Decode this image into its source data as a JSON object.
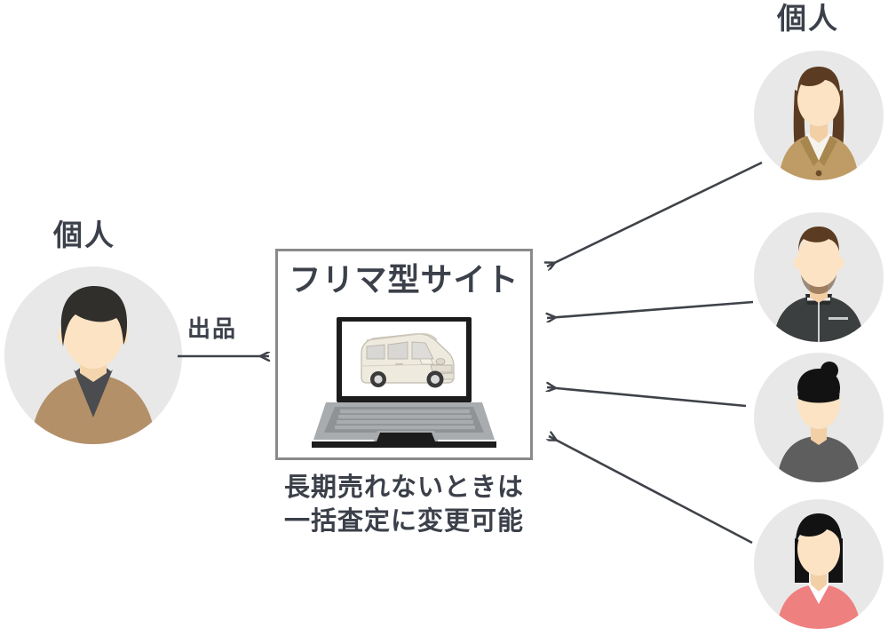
{
  "diagram": {
    "background_color": "#ffffff",
    "text_color": "#3c404a",
    "line_color": "#3f4349",
    "avatar_circle_color": "#e8e8e8",
    "box_border_color": "#8a8a8a"
  },
  "seller": {
    "label": "個人",
    "avatar_name": "seller-avatar",
    "hair_color": "#312f2c",
    "skin_color": "#fbe3c4",
    "jacket_color": "#b39068",
    "shirt_color": "#4a4c4f"
  },
  "flow": {
    "action_label": "出品",
    "arrow_name": "listing-arrow"
  },
  "site": {
    "title": "フリマ型サイト",
    "caption": "長期売れないときは\n一括査定に変更可能",
    "device_icon": "laptop-icon",
    "screen_content": "car-photo",
    "car_color": "#efeade"
  },
  "buyers": {
    "label": "個人",
    "people": [
      {
        "name": "buyer-avatar-1",
        "hair_color": "#5b3c22",
        "skin_color": "#fbe3c4",
        "clothing_color": "#bf9b66",
        "inner_color": "#f5f3ee"
      },
      {
        "name": "buyer-avatar-2",
        "hair_color": "#5b3c22",
        "skin_color": "#fbe3c4",
        "clothing_color": "#3c3f40",
        "inner_color": "#2a2c2d"
      },
      {
        "name": "buyer-avatar-3",
        "hair_color": "#121212",
        "skin_color": "#fbe3c4",
        "clothing_color": "#5e5e5e",
        "inner_color": "#5e5e5e"
      },
      {
        "name": "buyer-avatar-4",
        "hair_color": "#121212",
        "skin_color": "#fbe3c4",
        "clothing_color": "#ef8080",
        "inner_color": "#ffffff"
      }
    ],
    "arrow_names": [
      "buyer-arrow-1",
      "buyer-arrow-2",
      "buyer-arrow-3",
      "buyer-arrow-4"
    ]
  }
}
